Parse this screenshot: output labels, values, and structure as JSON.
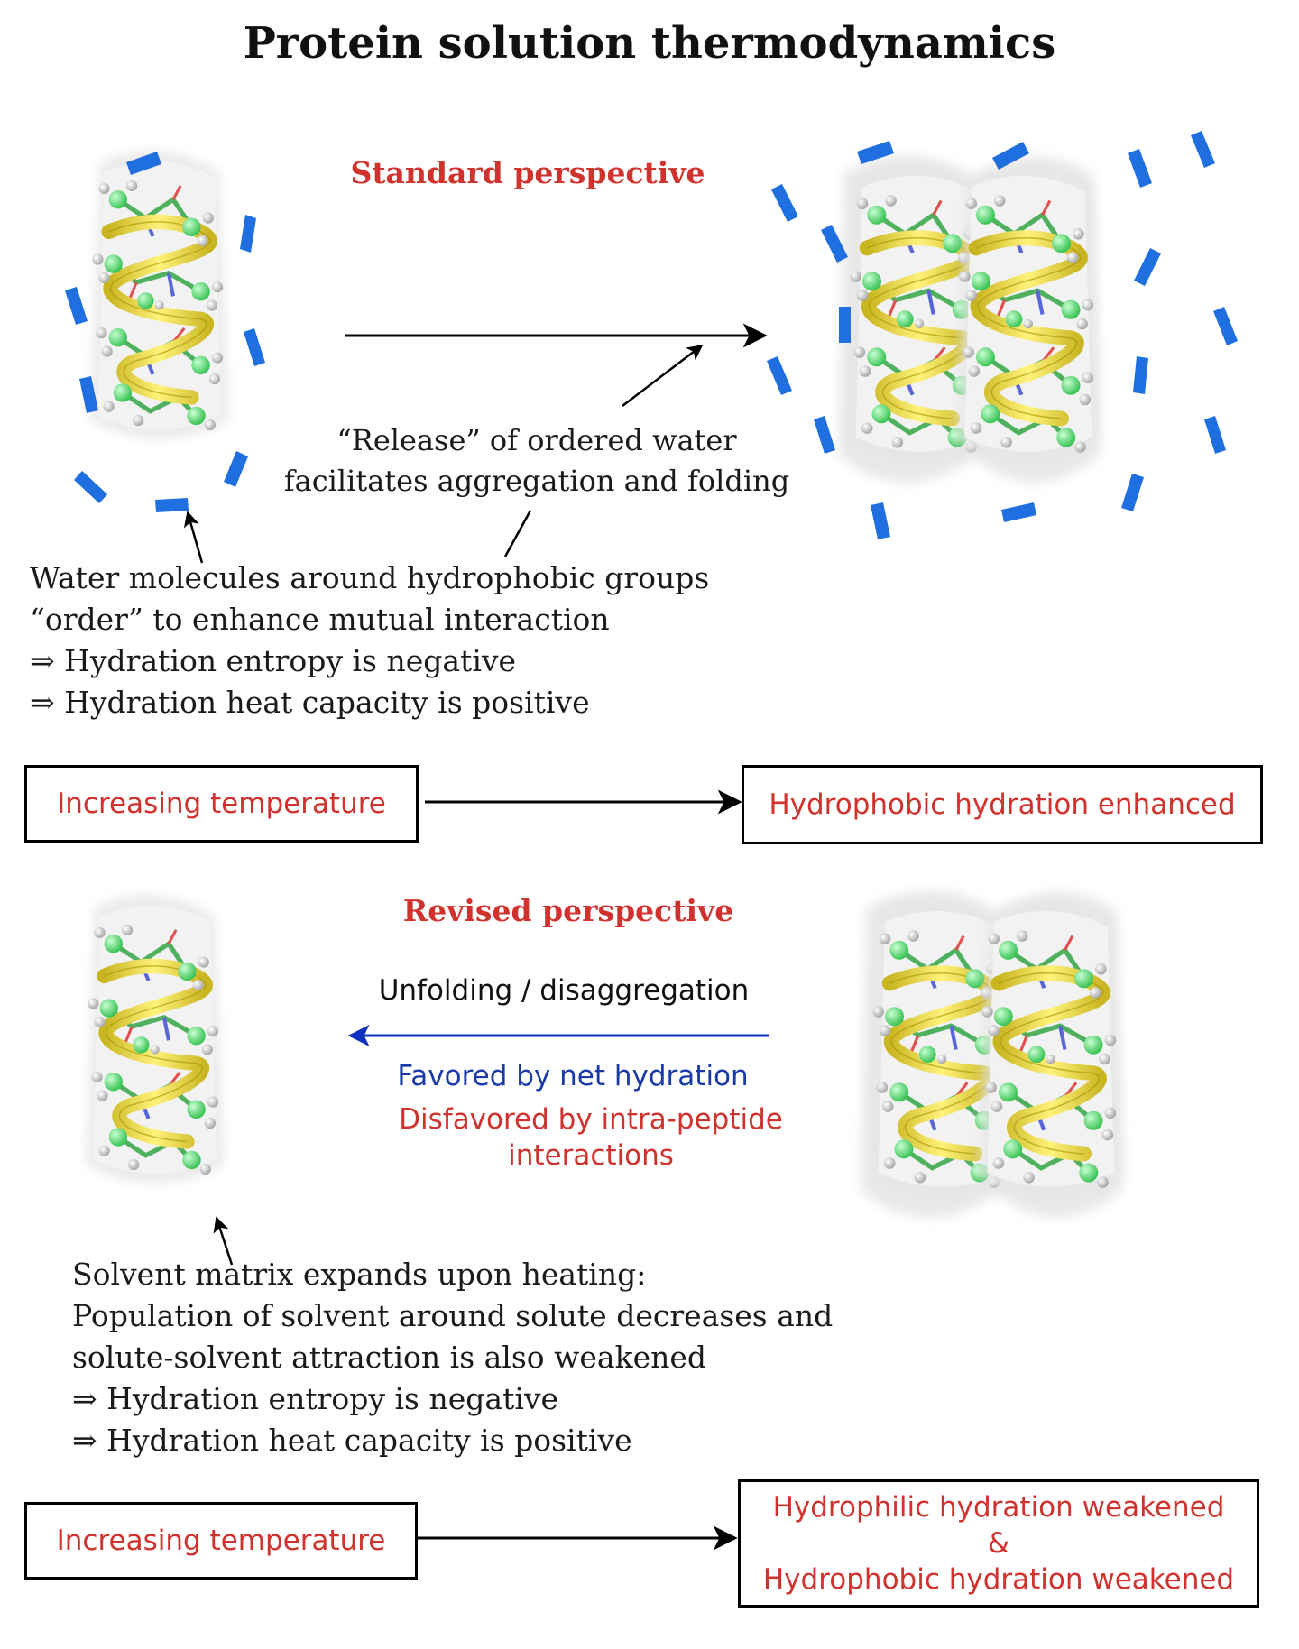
{
  "title": "Protein solution thermodynamics",
  "standard": {
    "heading": "Standard perspective",
    "release_caption": [
      "“Release” of ordered water",
      "facilitates aggregation and folding"
    ],
    "water_text": [
      "Water molecules around hydrophobic groups",
      "“order” to enhance mutual interaction",
      "⇒ Hydration entropy is negative",
      "⇒ Hydration heat capacity is positive"
    ],
    "box_left": "Increasing temperature",
    "box_right": "Hydrophobic hydration enhanced"
  },
  "revised": {
    "heading": "Revised perspective",
    "arrow_top_label": "Unfolding / disaggregation",
    "favored": "Favored by net hydration",
    "disfavored": [
      "Disfavored by intra-peptide",
      "interactions"
    ],
    "solvent_text": [
      "Solvent matrix expands upon heating:",
      "Population of solvent around solute decreases and",
      "solute-solvent attraction is also weakened",
      "⇒ Hydration entropy is negative",
      "⇒ Hydration heat capacity is positive"
    ],
    "box_left": "Increasing temperature",
    "box_right": [
      "Hydrophilic hydration weakened",
      "&",
      "Hydrophobic hydration weakened"
    ]
  },
  "colors": {
    "heading_red": "#d0322d",
    "water_blue": "#1f6fe0",
    "revised_arrow": "#1030c0",
    "favored_blue": "#1a3aa8",
    "helix_yellow": "#f2e24a",
    "atom_green": "#63e07a",
    "surface_grey": "#e9e9e9"
  },
  "icons": [
    "helical-peptide-monomer",
    "helical-peptide-dimer",
    "ordered-water-shell",
    "arrow"
  ]
}
